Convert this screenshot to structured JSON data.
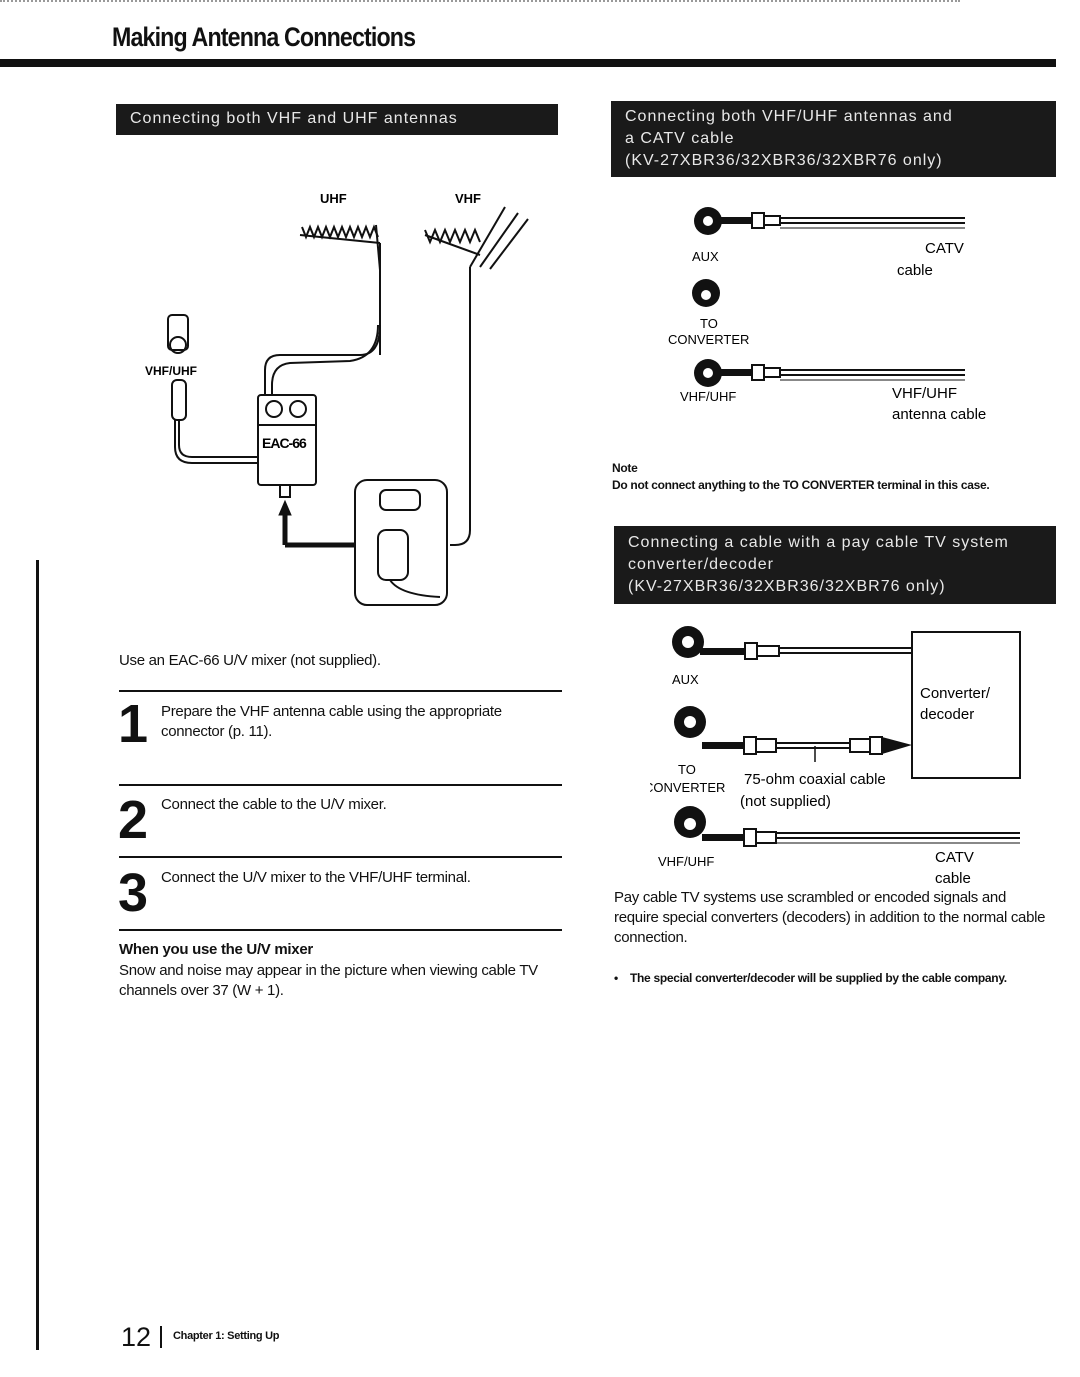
{
  "page_title": "Making Antenna Connections",
  "section1": {
    "heading": "Connecting both VHF and UHF antennas",
    "diagram": {
      "uhf": "UHF",
      "vhf": "VHF",
      "terminal": "VHF/UHF",
      "mixer": "EAC-66"
    },
    "intro": "Use an EAC-66 U/V mixer (not supplied).",
    "steps": [
      {
        "num": "1",
        "text": "Prepare the VHF antenna cable using the appropriate connector (p. 11)."
      },
      {
        "num": "2",
        "text": "Connect the cable to the U/V mixer."
      },
      {
        "num": "3",
        "text": "Connect the U/V mixer to the VHF/UHF terminal."
      }
    ],
    "tip_heading": "When you use the U/V mixer",
    "tip_text": "Snow and noise may appear in the picture when viewing cable TV channels over 37 (W + 1)."
  },
  "section2": {
    "heading_lines": [
      "Connecting both VHF/UHF antennas and",
      "a CATV cable",
      "(KV-27XBR36/32XBR36/32XBR76 only)"
    ],
    "diagram": {
      "aux": "AUX",
      "catv": "CATV",
      "cable": "cable",
      "to": "TO",
      "converter": "CONVERTER",
      "vhfuhf": "VHF/UHF",
      "vhfuhf_cable_1": "VHF/UHF",
      "vhfuhf_cable_2": "antenna cable"
    },
    "note_heading": "Note",
    "note_text": "Do not connect anything to the TO CONVERTER terminal in this case."
  },
  "section3": {
    "heading_lines": [
      "Connecting a cable with a pay cable TV system",
      "converter/decoder",
      "(KV-27XBR36/32XBR36/32XBR76 only)"
    ],
    "diagram": {
      "aux": "AUX",
      "converter_box_1": "Converter/",
      "converter_box_2": "decoder",
      "to": "TO",
      "converter": "CONVERTER",
      "coax_1": "75-ohm coaxial cable",
      "coax_2": "(not supplied)",
      "vhfuhf": "VHF/UHF",
      "catv": "CATV",
      "cable": "cable"
    },
    "body": "Pay cable TV systems use scrambled or encoded signals and require special converters (decoders) in addition to the normal cable connection.",
    "bullet": "The special converter/decoder will be supplied by the cable company."
  },
  "footer": {
    "page_number": "12",
    "chapter": "Chapter 1: Setting Up"
  }
}
